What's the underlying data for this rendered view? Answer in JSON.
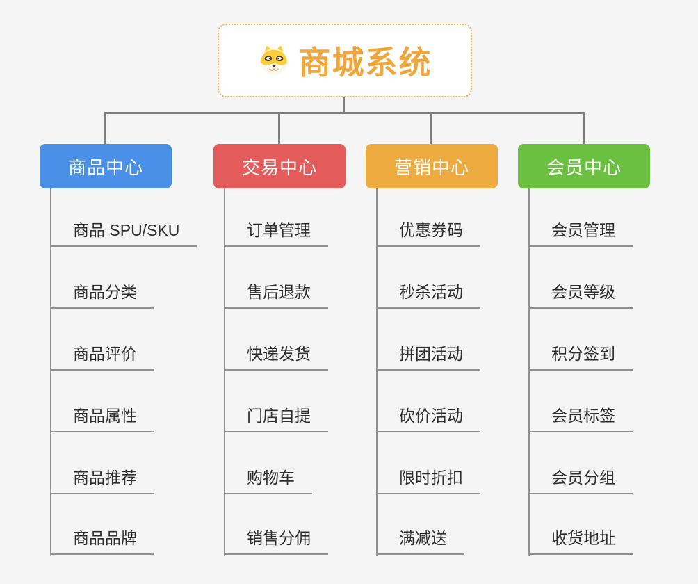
{
  "root": {
    "title": "商城系统",
    "icon": "shiba-dog-icon",
    "title_color": "#efa63c",
    "border_color": "#f4b04a"
  },
  "connector_color": "#7d7d7d",
  "branches": [
    {
      "label": "商品中心",
      "color": "#4a90e8",
      "items": [
        "商品 SPU/SKU",
        "商品分类",
        "商品评价",
        "商品属性",
        "商品推荐",
        "商品品牌"
      ]
    },
    {
      "label": "交易中心",
      "color": "#e45b5b",
      "items": [
        "订单管理",
        "售后退款",
        "快递发货",
        "门店自提",
        "购物车",
        "销售分佣"
      ]
    },
    {
      "label": "营销中心",
      "color": "#eeab3f",
      "items": [
        "优惠券码",
        "秒杀活动",
        "拼团活动",
        "砍价活动",
        "限时折扣",
        "满减送"
      ]
    },
    {
      "label": "会员中心",
      "color": "#6bbf41",
      "items": [
        "会员管理",
        "会员等级",
        "积分签到",
        "会员标签",
        "会员分组",
        "收货地址"
      ]
    }
  ]
}
